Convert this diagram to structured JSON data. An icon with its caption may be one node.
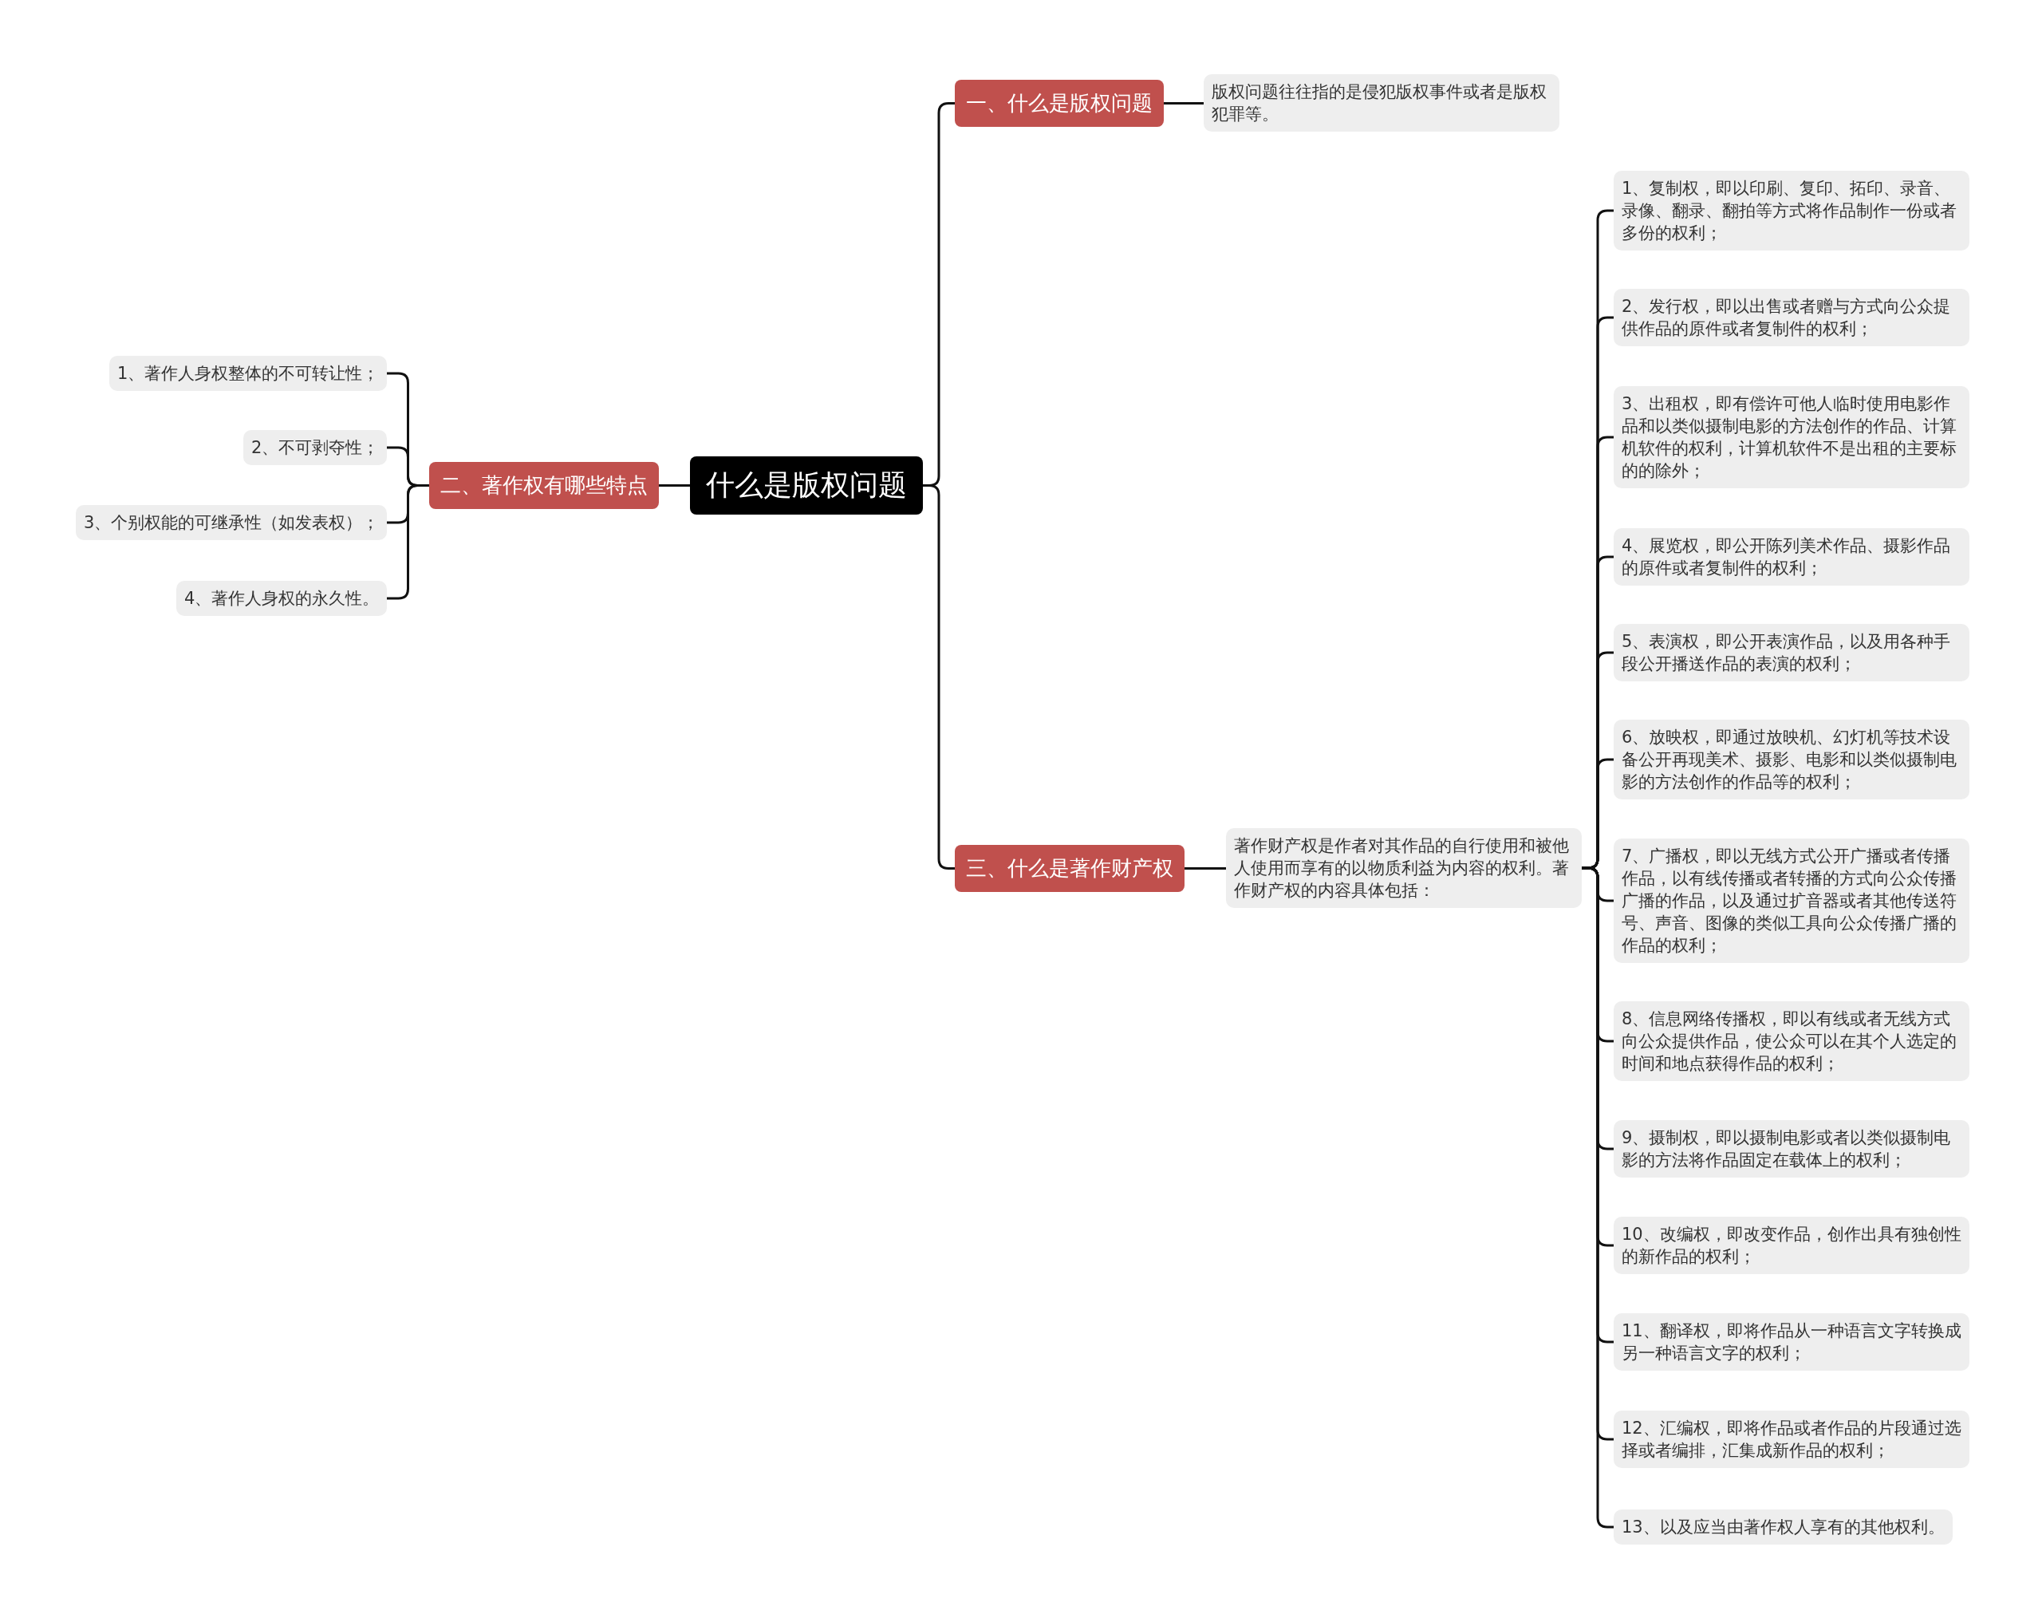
{
  "diagram": {
    "nodes": [
      {
        "text": [
          "什么是版权问题"
        ]
      },
      {
        "text": [
          "一、什么是版权问题"
        ]
      },
      {
        "text": [
          "版权问题往往指的是侵犯版权事件或者是版权犯罪等。"
        ]
      },
      {
        "text": [
          "二、著作权有哪些特点"
        ]
      },
      {
        "text": [
          "1、著作人身权整体的不可转让性；"
        ]
      },
      {
        "text": [
          "2、不可剥夺性；"
        ]
      },
      {
        "text": [
          "3、个别权能的可继承性（如发表权）；"
        ]
      },
      {
        "text": [
          "4、著作人身权的永久性。"
        ]
      },
      {
        "text": [
          "三、什么是著作财产权"
        ]
      },
      {
        "text": [
          "著作财产权是作者对其作品的自行使用和被他人使用而享有的以物质利益为内容的权利。著作财产权的内容具体包括："
        ]
      },
      {
        "text": [
          "1、复制权，即以印刷、复印、拓印、录音、录像、翻录、翻拍等方式将作品制作一份或者多份的权利；"
        ]
      },
      {
        "text": [
          "2、发行权，即以出售或者赠与方式向公众提供作品的原件或者复制件的权利；"
        ]
      },
      {
        "text": [
          "3、出租权，即有偿许可他人临时使用电影作品和以类似摄制电影的方法创作的作品、计算机软件的权利，计算机软件不是出租的主要标的的除外；"
        ]
      },
      {
        "text": [
          "4、展览权，即公开陈列美术作品、摄影作品的原件或者复制件的权利；"
        ]
      },
      {
        "text": [
          "5、表演权，即公开表演作品，以及用各种手段公开播送作品的表演的权利；"
        ]
      },
      {
        "text": [
          "6、放映权，即通过放映机、幻灯机等技术设备公开再现美术、摄影、电影和以类似摄制电影的方法创作的作品等的权利；"
        ]
      },
      {
        "text": [
          "7、广播权，即以无线方式公开广播或者传播作品，以有线传播或者转播的方式向公众传播广播的作品，以及通过扩音器或者其他传送符号、声音、图像的类似工具向公众传播广播的作品的权利；"
        ]
      },
      {
        "text": [
          "8、信息网络传播权，即以有线或者无线方式向公众提供作品，使公众可以在其个人选定的时间和地点获得作品的权利；"
        ]
      },
      {
        "text": [
          "9、摄制权，即以摄制电影或者以类似摄制电影的方法将作品固定在载体上的权利；"
        ]
      },
      {
        "text": [
          "10、改编权，即改变作品，创作出具有独创性的新作品的权利；"
        ]
      },
      {
        "text": [
          "11、翻译权，即将作品从一种语言文字转换成另一种语言文字的权利；"
        ]
      },
      {
        "text": [
          "12、汇编权，即将作品或者作品的片段通过选择或者编排，汇集成新作品的权利；"
        ]
      },
      {
        "text": [
          "13、以及应当由著作权人享有的其他权利。"
        ]
      }
    ],
    "edges": [
      {
        "from": 0,
        "to": 1,
        "arrow": "none"
      },
      {
        "from": 1,
        "to": 2,
        "arrow": "none"
      },
      {
        "from": 0,
        "to": 3,
        "arrow": "none"
      },
      {
        "from": 3,
        "to": 4,
        "arrow": "none"
      },
      {
        "from": 3,
        "to": 5,
        "arrow": "none"
      },
      {
        "from": 3,
        "to": 6,
        "arrow": "none"
      },
      {
        "from": 3,
        "to": 7,
        "arrow": "none"
      },
      {
        "from": 0,
        "to": 8,
        "arrow": "none"
      },
      {
        "from": 8,
        "to": 9,
        "arrow": "none"
      },
      {
        "from": 9,
        "to": 10,
        "arrow": "none"
      },
      {
        "from": 9,
        "to": 11,
        "arrow": "none"
      },
      {
        "from": 9,
        "to": 12,
        "arrow": "none"
      },
      {
        "from": 9,
        "to": 13,
        "arrow": "none"
      },
      {
        "from": 9,
        "to": 14,
        "arrow": "none"
      },
      {
        "from": 9,
        "to": 15,
        "arrow": "none"
      },
      {
        "from": 9,
        "to": 16,
        "arrow": "none"
      },
      {
        "from": 9,
        "to": 17,
        "arrow": "none"
      },
      {
        "from": 9,
        "to": 18,
        "arrow": "none"
      },
      {
        "from": 9,
        "to": 19,
        "arrow": "none"
      },
      {
        "from": 9,
        "to": 20,
        "arrow": "none"
      },
      {
        "from": 9,
        "to": 21,
        "arrow": "none"
      },
      {
        "from": 9,
        "to": 22,
        "arrow": "none"
      }
    ]
  }
}
